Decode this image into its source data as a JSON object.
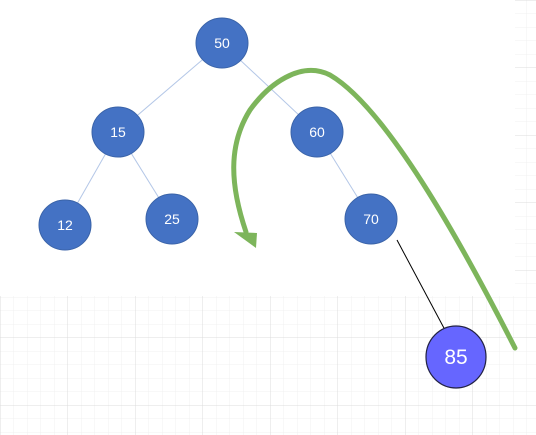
{
  "diagram": {
    "type": "binary-search-tree",
    "nodes": [
      {
        "id": "n50",
        "label": "50",
        "color": "#4472C4"
      },
      {
        "id": "n15",
        "label": "15",
        "color": "#4472C4"
      },
      {
        "id": "n60",
        "label": "60",
        "color": "#4472C4"
      },
      {
        "id": "n12",
        "label": "12",
        "color": "#4472C4"
      },
      {
        "id": "n25",
        "label": "25",
        "color": "#4472C4"
      },
      {
        "id": "n70",
        "label": "70",
        "color": "#4472C4"
      },
      {
        "id": "n85",
        "label": "85",
        "color": "#6666FF",
        "highlight": true
      }
    ],
    "edges": [
      {
        "from": "n50",
        "to": "n15"
      },
      {
        "from": "n50",
        "to": "n60"
      },
      {
        "from": "n15",
        "to": "n12"
      },
      {
        "from": "n15",
        "to": "n25"
      },
      {
        "from": "n60",
        "to": "n70"
      },
      {
        "from": "n70",
        "to": "n85",
        "emphasis": true
      }
    ],
    "arrow": {
      "color": "#7DB55B"
    },
    "grid_color": "#E3E3E3",
    "edge_color": "#B4C7E7"
  }
}
